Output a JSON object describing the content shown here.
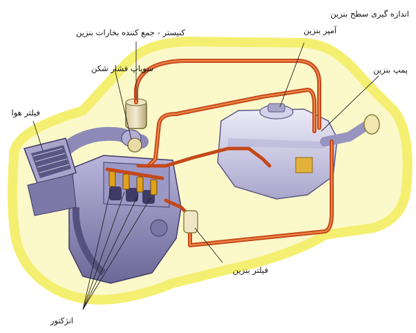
{
  "labels": {
    "fuel_level_gauge": "اندازه گیری سطح بنزین",
    "fuel_gauge_sender": "آمپر بنزین",
    "canister": "کنیستر  -  جمع کننده بخارات بنزین",
    "pressure_regulator": "سوپاپ فشار شکن",
    "fuel_pump": "پمپ بنزین",
    "air_filter": "فیلتر هوا",
    "fuel_filter": "فیلتر بنزین",
    "injectors": "انژکتور"
  },
  "colors": {
    "car_glow": "#f7f27a",
    "car_outline": "#fbf8c0",
    "fuel_line": "#d2551f",
    "fuel_line_light": "#f08a4a",
    "engine_body": "#8d89b8",
    "engine_dark": "#4c4872",
    "tank_body": "#cfcde6",
    "injector_accent": "#e0a020"
  }
}
